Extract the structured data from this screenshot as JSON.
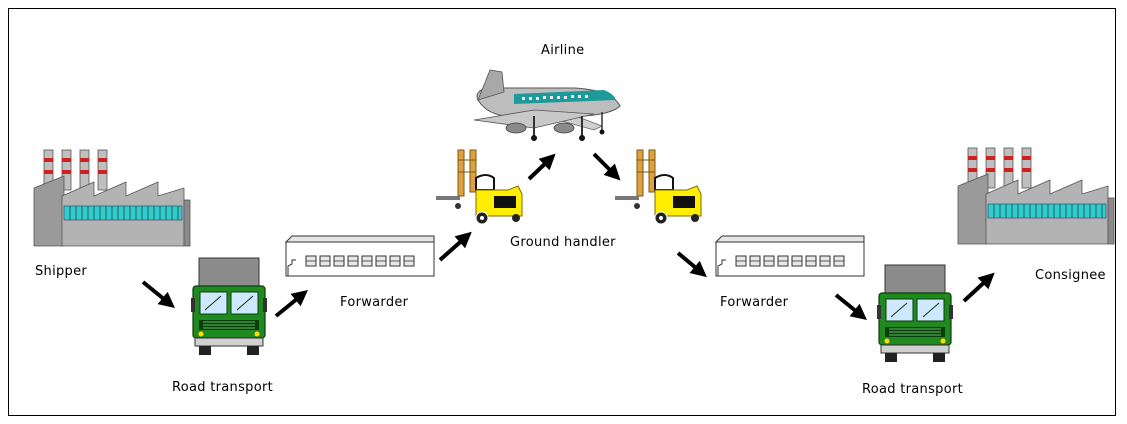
{
  "diagram": {
    "nodes": {
      "shipper": {
        "label": "Shipper",
        "icon": "factory-icon"
      },
      "road_transport_1": {
        "label": "Road transport",
        "icon": "truck-icon"
      },
      "forwarder_1": {
        "label": "Forwarder",
        "icon": "warehouse-icon"
      },
      "ground_handler": {
        "label": "Ground handler",
        "icon": "forklift-icon"
      },
      "airline": {
        "label": "Airline",
        "icon": "airplane-icon"
      },
      "forwarder_2": {
        "label": "Forwarder",
        "icon": "warehouse-icon"
      },
      "road_transport_2": {
        "label": "Road transport",
        "icon": "truck-icon"
      },
      "consignee": {
        "label": "Consignee",
        "icon": "factory-icon"
      }
    },
    "colors": {
      "factory_wall": "#a7a7a7",
      "factory_windows": "#33cccc",
      "chimney_stripe": "#cc2222",
      "truck_cab": "#1f8a1f",
      "truck_box": "#8c8c8c",
      "forklift": "#ffee00",
      "airplane": "#bdbdbd",
      "airplane_stripe": "#1e9a9a",
      "arrow": "#000000"
    }
  }
}
